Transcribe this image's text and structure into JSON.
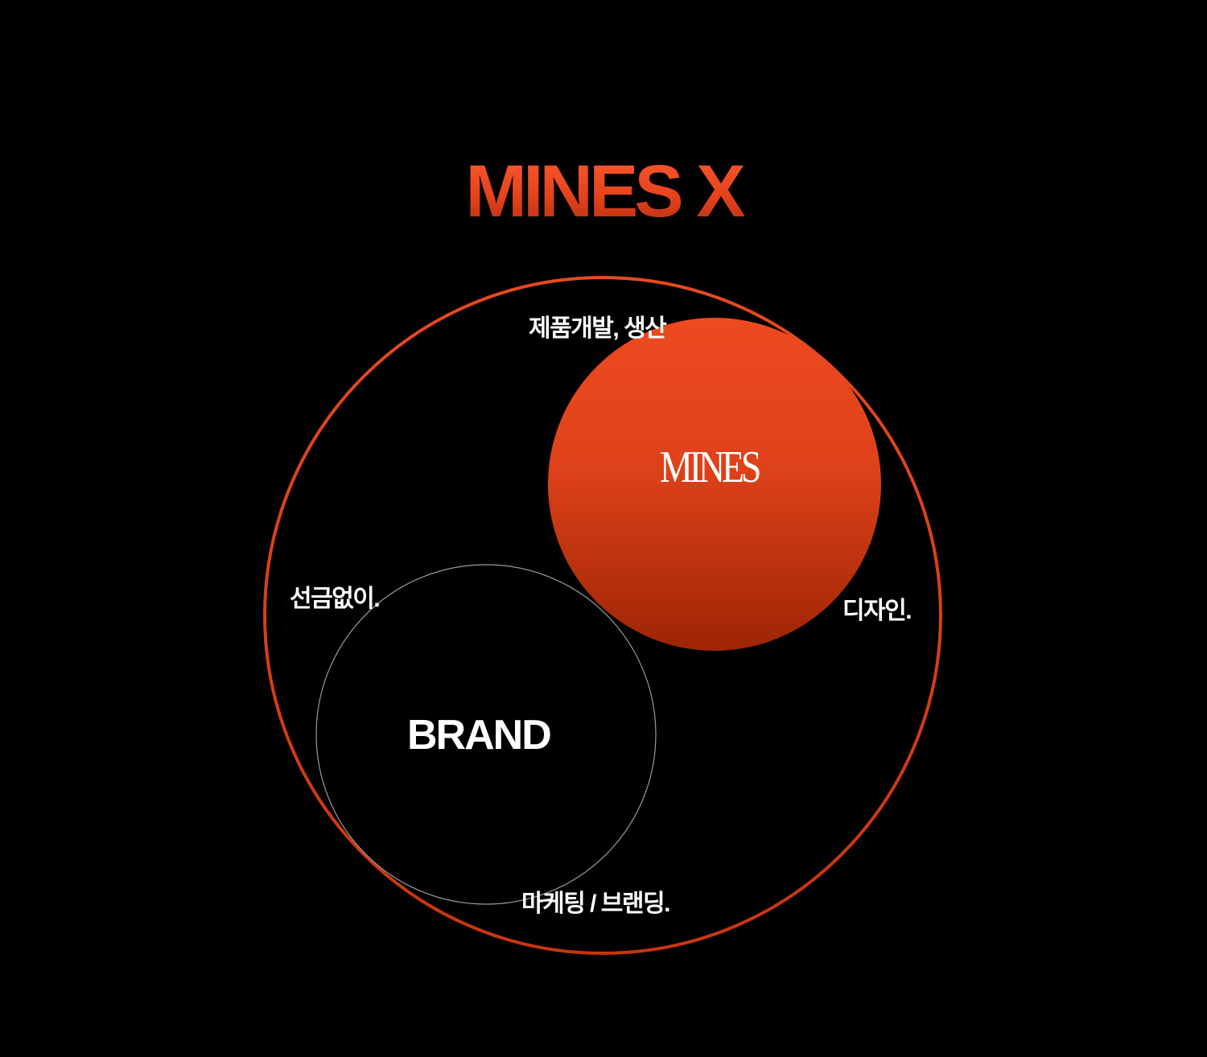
{
  "title": "MINES X",
  "labels": {
    "top": "제품개발, 생산",
    "left": "선금없이.",
    "right": "디자인.",
    "bottom": "마케팅 / 브랜딩."
  },
  "circles": {
    "mines": "MINES",
    "brand": "BRAND"
  },
  "colors": {
    "background": "#000000",
    "accent": "#e4461e",
    "accent_dark": "#a22606",
    "text": "#ffffff",
    "brand_outline": "#9a9a9a"
  }
}
